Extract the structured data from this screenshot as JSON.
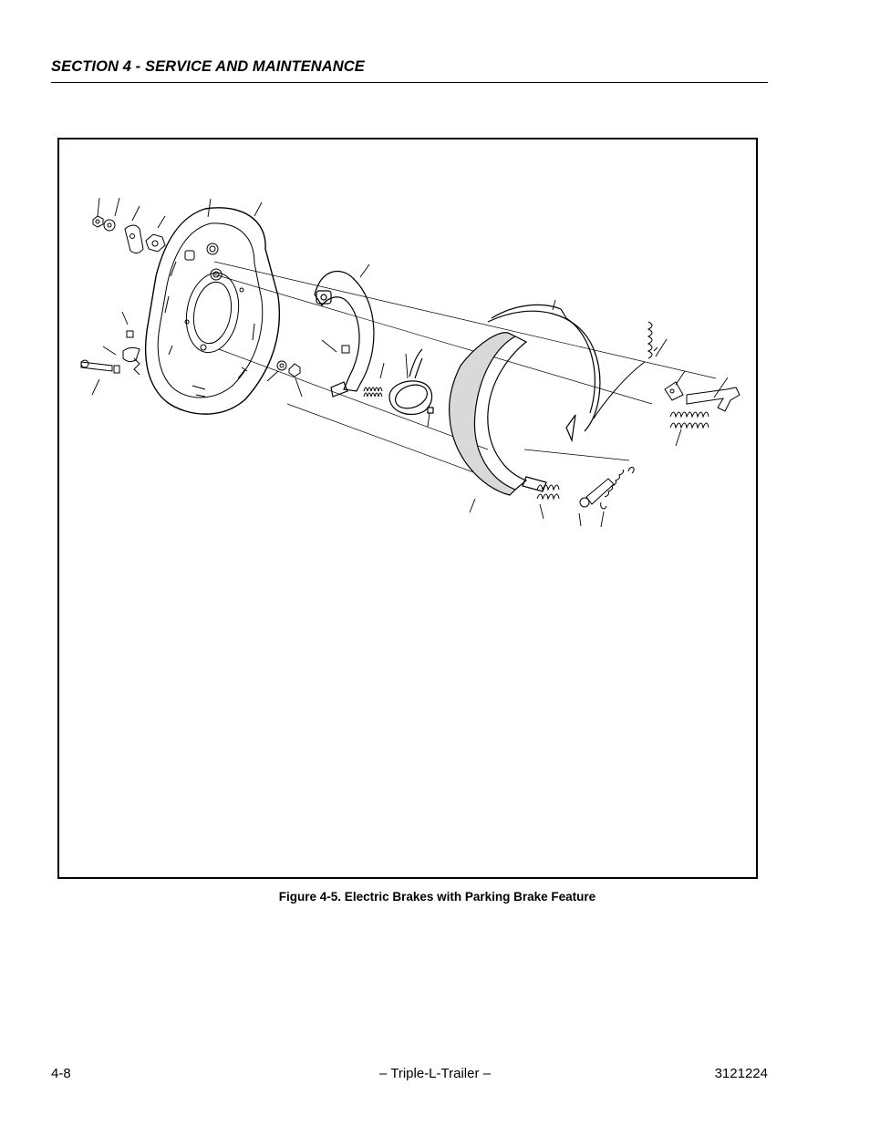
{
  "header": {
    "section_title": "SECTION 4 - SERVICE AND MAINTENANCE"
  },
  "figure": {
    "icon": "electric-brake-assembly-exploded-view",
    "caption": "Figure 4-5.  Electric Brakes with Parking Brake Feature"
  },
  "footer": {
    "page_number": "4-8",
    "manual_title": "– Triple-L-Trailer –",
    "document_number": "3121224"
  }
}
